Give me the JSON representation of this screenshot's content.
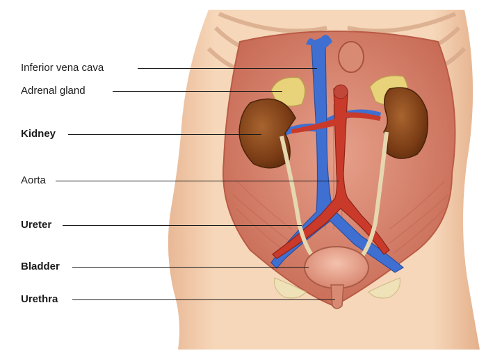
{
  "labels": [
    {
      "key": "ivc",
      "text": "Inferior vena cava",
      "bold": false
    },
    {
      "key": "adrenal",
      "text": "Adrenal gland",
      "bold": false
    },
    {
      "key": "kidney",
      "text": "Kidney",
      "bold": true
    },
    {
      "key": "aorta",
      "text": "Aorta",
      "bold": false
    },
    {
      "key": "ureter",
      "text": "Ureter",
      "bold": true
    },
    {
      "key": "bladder",
      "text": "Bladder",
      "bold": true
    },
    {
      "key": "urethra",
      "text": "Urethra",
      "bold": true
    }
  ],
  "colors": {
    "skin": "#f1cba8",
    "muscle": "#d9826a",
    "kidney": "#8a4a1e",
    "adrenal": "#e8d27a",
    "vein": "#3f6fd1",
    "artery": "#c93a2a",
    "ureter": "#e6d7b0",
    "bladder": "#e8a58c"
  }
}
